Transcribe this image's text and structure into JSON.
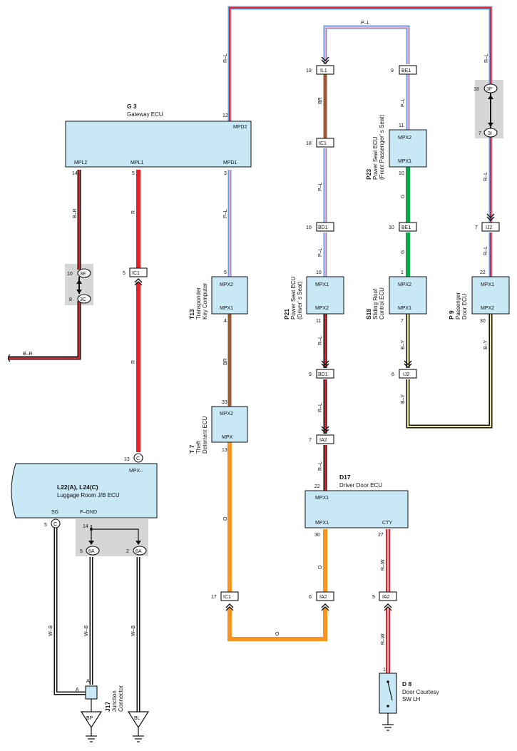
{
  "title": "",
  "colors": {
    "R": "#e8202a",
    "B": "#111111",
    "W": "#ffffff",
    "BR": "#9a5a33",
    "L": "#6aa0dc",
    "P": "#f1a8c9",
    "G": "#0aa84a",
    "Y": "#f4ee7a",
    "O": "#f7931e",
    "ecu_fill": "#c8e8f6",
    "shade": "#d6d6d6"
  },
  "ecus": {
    "gateway": {
      "code": "G 3",
      "name": "Gateway ECU",
      "pins": {
        "mpd2": "MPD2",
        "mpl2": "MPL2",
        "mpl1": "MPL1",
        "mpd1": "MPD1"
      },
      "pin_nums": {
        "mpd2": "12",
        "mpl2": "14",
        "mpl1": "5",
        "mpd1": "3"
      }
    },
    "transponder": {
      "code": "T13",
      "name_lines": [
        "Transponder",
        "Key Computer"
      ],
      "pins": {
        "top": "MPX2",
        "bottom": "MPX1"
      },
      "pin_nums": {
        "top": "5",
        "bottom": "4"
      }
    },
    "theft": {
      "code": "T 7",
      "name_lines": [
        "Theft",
        "Deterrent ECU"
      ],
      "pins": {
        "top": "MPX2",
        "bottom": "MPX"
      },
      "pin_nums": {
        "top": "33",
        "bottom": "13"
      }
    },
    "psd": {
      "code": "P21",
      "name_lines": [
        "Power Seat ECU",
        "(Driver’ s Seat)"
      ],
      "pins": {
        "top": "MPX1",
        "bottom": "MPX2"
      },
      "pin_nums": {
        "top": "10",
        "bottom": "11"
      }
    },
    "psp": {
      "code": "P23",
      "name_lines": [
        "Power Seat ECU",
        "(Front Passenger’ s Seat)"
      ],
      "pins": {
        "top": "MPX2",
        "bottom": "MPX1"
      },
      "pin_nums": {
        "top": "11",
        "bottom": "10"
      }
    },
    "sliding": {
      "code": "S18",
      "name_lines": [
        "Sliding Roof",
        "Control ECU"
      ],
      "pins": {
        "top": "MPX2",
        "bottom": "MPX1"
      },
      "pin_nums": {
        "top": "1",
        "bottom": "7"
      }
    },
    "passenger": {
      "code": "P 9",
      "name_lines": [
        "Passenger",
        "Door ECU"
      ],
      "pins": {
        "top": "MPX1",
        "bottom": "MPX2"
      },
      "pin_nums": {
        "top": "22",
        "bottom": "30"
      }
    },
    "driver": {
      "code": "D17",
      "name": "Driver Door ECU",
      "pins": {
        "mpx1_top": "MPX1",
        "mpx1_bot": "MPX1",
        "cty": "CTY"
      },
      "pin_nums": {
        "mpx1_top": "22",
        "mpx1_bot": "30",
        "cty": "27"
      }
    },
    "luggage": {
      "code": "L22(A), L24(C)",
      "name": "Luggage Room J/B ECU",
      "pins": {
        "mpx": "MPX–",
        "sg": "SG",
        "pgnd": "P–GND"
      },
      "pin_nums": {
        "mpx": "13",
        "sg": "5",
        "pgnd": "14"
      }
    }
  },
  "junction": {
    "code": "J17",
    "name_lines": [
      "Junction",
      "Connector"
    ],
    "pin_a": "A"
  },
  "switch": {
    "code": "D 8",
    "name_lines": [
      "Door Courtesy",
      "SW LH"
    ],
    "pin": "1"
  },
  "connectors": {
    "ic1_gw": {
      "id": "IC1",
      "pin": "5"
    },
    "il1": {
      "id": "IL1",
      "pin": "19"
    },
    "ic1_p": {
      "id": "IC1",
      "pin": "18"
    },
    "bd1_top": {
      "id": "BD1",
      "pin": "10"
    },
    "bd1_mid": {
      "id": "BD1",
      "pin": "9"
    },
    "ia2_top": {
      "id": "IA2",
      "pin": "7"
    },
    "be1_top": {
      "id": "BE1",
      "pin": "9"
    },
    "be1_mid": {
      "id": "BE1",
      "pin": "10"
    },
    "ij2_top": {
      "id": "IJ2",
      "pin": "7"
    },
    "ij2_mid": {
      "id": "IJ2",
      "pin": "6"
    },
    "ic1_bot": {
      "id": "IC1",
      "pin": "17"
    },
    "ia2_bot": {
      "id": "IA2",
      "pin": "6"
    },
    "ia2_sw": {
      "id": "IA2",
      "pin": "5"
    }
  },
  "splices": {
    "s3e": {
      "id": "3E",
      "pin": "10"
    },
    "s3c": {
      "id": "3C",
      "pin": "8"
    },
    "s3f": {
      "id": "3F",
      "pin": "18"
    },
    "s3i": {
      "id": "3I",
      "pin": "7"
    },
    "s6a_l": {
      "id": "6A",
      "pin": "5"
    },
    "s6a_r": {
      "id": "6A",
      "pin": "2"
    },
    "sc_mpx": {
      "id": "C"
    },
    "sc_sg": {
      "id": "C"
    }
  },
  "grounds": {
    "bp": "BP",
    "bl": "BL"
  },
  "wire_labels": {
    "top_rl_left": "R–L",
    "top_rl_right": "R–L",
    "top_pl": "P–L",
    "gw_pl": "P–L",
    "gw_br_b": "B–R",
    "gw_r1": "R",
    "gw_r2": "R",
    "bottom_br": "B–R",
    "trans_br": "BR",
    "theft_o": "O",
    "bottom_o": "O",
    "psd_br": "BR",
    "psd_pl1": "P–L",
    "psd_pl2": "P–L",
    "psd_rl1": "R–L",
    "psd_rl2": "R–L",
    "psd_rl3": "R–L",
    "psp_pl": "P–L",
    "psp_g1": "G",
    "psp_g2": "G",
    "sr_by1": "B–Y",
    "sr_by2": "B–Y",
    "pd_rl1": "R–L",
    "pd_rl2": "R–L",
    "pd_by": "B–Y",
    "dd_o": "O",
    "dd_rw1": "R–W",
    "dd_rw2": "R–W",
    "wb1": "W–B",
    "wb2": "W–B",
    "wb3": "W–B"
  }
}
